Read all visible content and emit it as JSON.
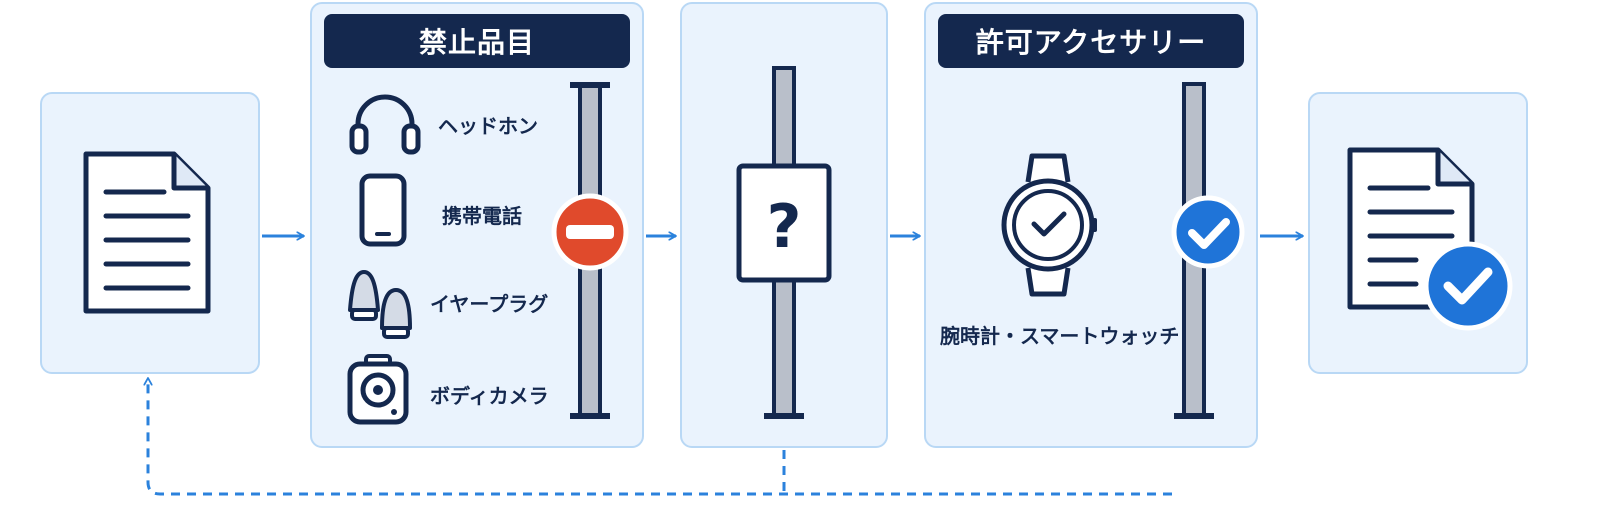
{
  "prohibited": {
    "title": "禁止品目",
    "items": [
      {
        "label": "ヘッドホン",
        "icon": "headphones-icon"
      },
      {
        "label": "携帯電話",
        "icon": "mobile-phone-icon"
      },
      {
        "label": "イヤープラグ",
        "icon": "earplugs-icon"
      },
      {
        "label": "ボディカメラ",
        "icon": "body-camera-icon"
      }
    ],
    "status_icon": "prohibited-icon"
  },
  "inspection": {
    "symbol": "?",
    "icon": "question-sign-icon"
  },
  "allowed": {
    "title": "許可アクセサリー",
    "items": [
      {
        "label": "腕時計・スマートウォッチ",
        "icon": "watch-icon"
      }
    ],
    "status_icon": "check-circle-icon"
  },
  "input_icon": "document-icon",
  "output_icon": "approved-document-icon",
  "colors": {
    "panel_bg": "#eaf3fd",
    "panel_border": "#b9d8f5",
    "header_bg": "#14284e",
    "ink": "#14284e",
    "arrow": "#2b82dc",
    "prohibited": "#e04a2c",
    "approved": "#1f74d8",
    "bar": "#b9bfca"
  }
}
